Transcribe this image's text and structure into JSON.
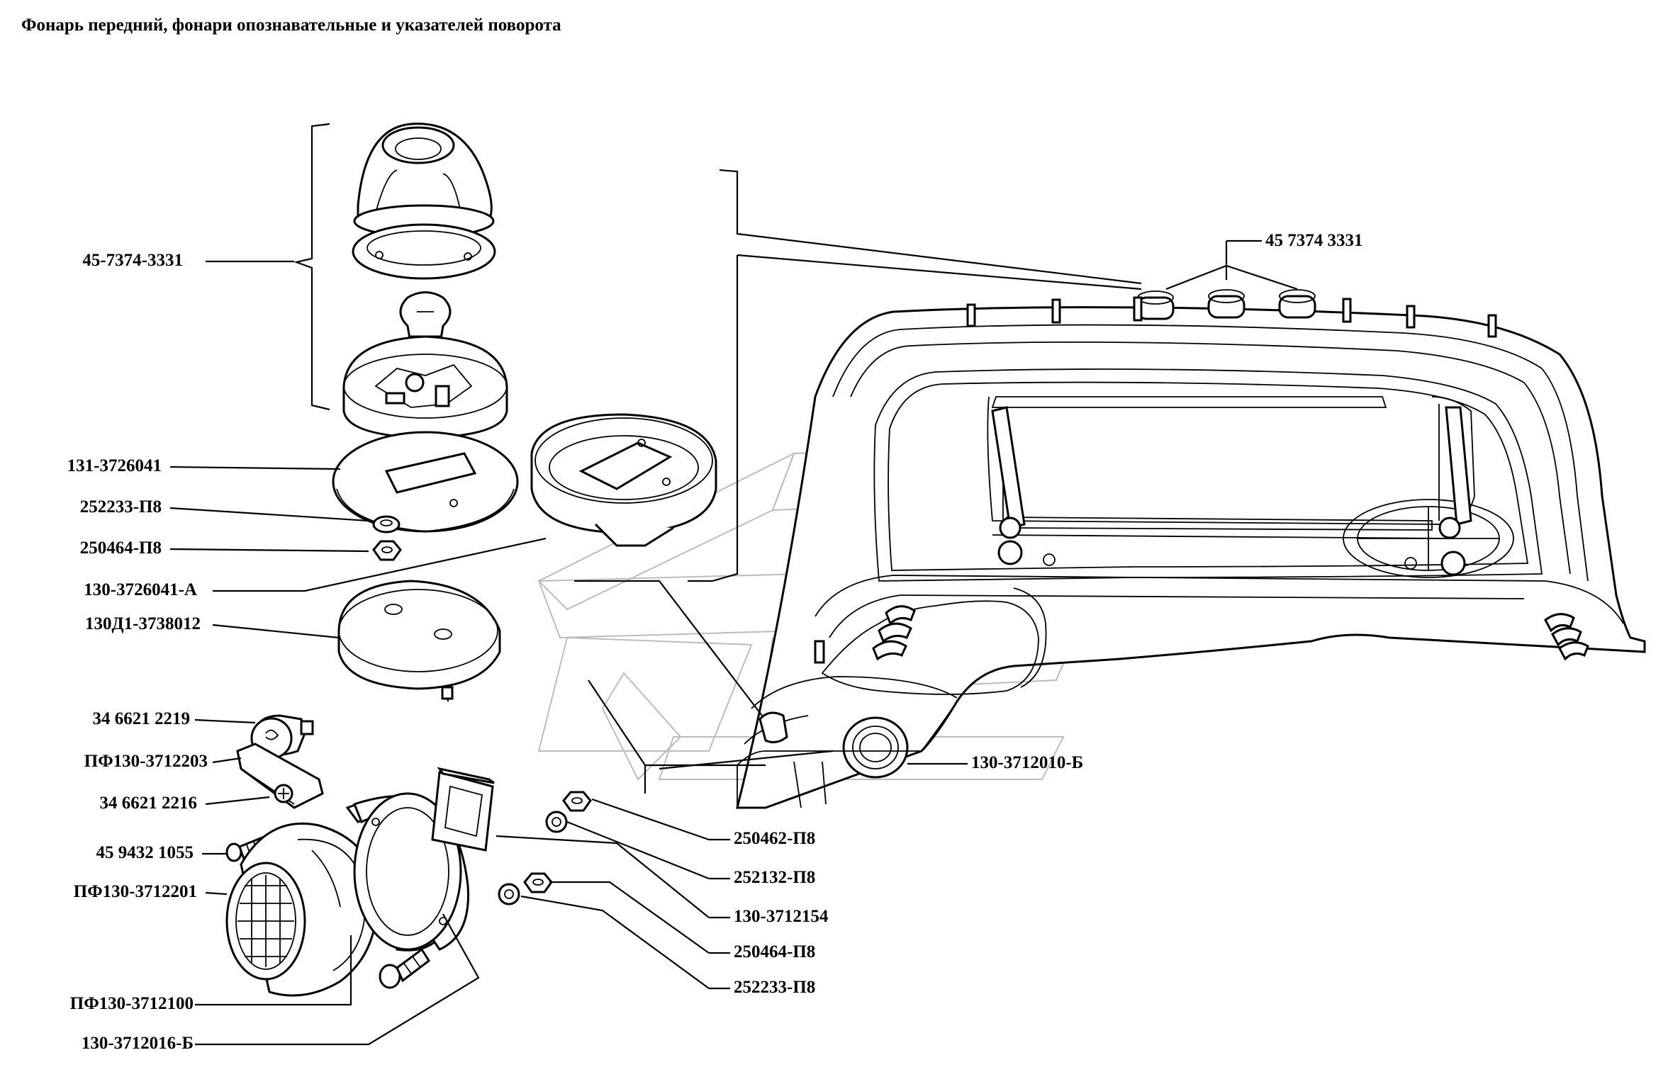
{
  "title": "Фонарь передний, фонари опознавательные и указателей поворота",
  "labels": {
    "l1": "45-7374-3331",
    "l2": "131-3726041",
    "l3": "252233-П8",
    "l4": "250464-П8",
    "l5": "130-3726041-А",
    "l6": "130Д1-3738012",
    "l7": "34 6621 2219",
    "l8": "ПФ130-3712203",
    "l9": "34 6621 2216",
    "l10": "45 9432 1055",
    "l11": "ПФ130-3712201",
    "l12": "ПФ130-3712100",
    "l13": "130-3712016-Б",
    "r1": "45 7374 3331",
    "r2": "130-3712010-Б",
    "r3": "250462-П8",
    "r4": "252132-П8",
    "r5": "130-3712154",
    "r6": "250464-П8",
    "r7": "252233-П8"
  }
}
